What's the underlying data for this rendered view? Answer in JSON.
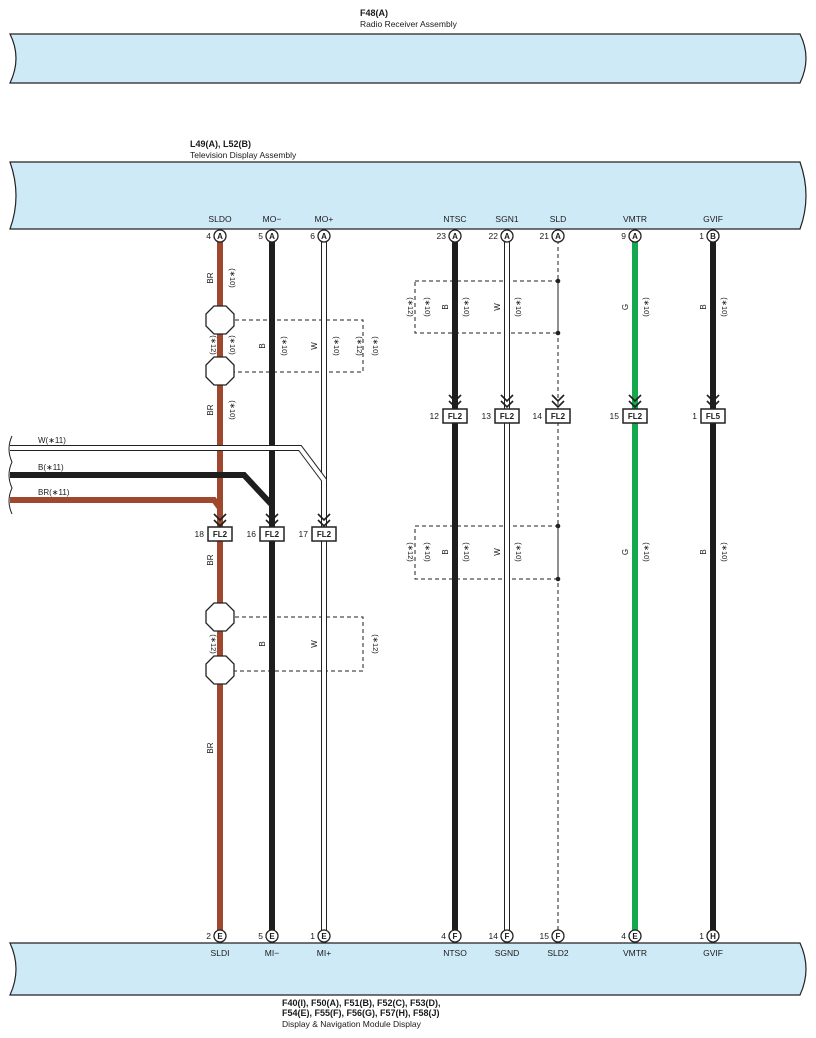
{
  "colors": {
    "panel_fill": "#cfeaf7",
    "BR": "#a0482e",
    "B": "#1e1e1e",
    "W": "#ffffff",
    "G": "#14a84f",
    "line": "#222222"
  },
  "assemblies": {
    "radio": {
      "code": "F48(A)",
      "name": "Radio Receiver Assembly"
    },
    "tv": {
      "code": "L49(A), L52(B)",
      "name": "Television Display Assembly"
    },
    "nav": {
      "code1": "F40(I), F50(A), F51(B), F52(C), F53(D),",
      "code2": "F54(E), F55(F), F56(G), F57(H), F58(J)",
      "name": "Display & Navigation Module Display"
    }
  },
  "top_pins": [
    {
      "signal": "SLDO",
      "pin": "4",
      "conn": "A"
    },
    {
      "signal": "MO−",
      "pin": "5",
      "conn": "A"
    },
    {
      "signal": "MO+",
      "pin": "6",
      "conn": "A"
    },
    {
      "signal": "NTSC",
      "pin": "23",
      "conn": "A"
    },
    {
      "signal": "SGN1",
      "pin": "22",
      "conn": "A"
    },
    {
      "signal": "SLD",
      "pin": "21",
      "conn": "A"
    },
    {
      "signal": "VMTR",
      "pin": "9",
      "conn": "A"
    },
    {
      "signal": "GVIF",
      "pin": "1",
      "conn": "B"
    }
  ],
  "bottom_pins": [
    {
      "signal": "SLDI",
      "pin": "2",
      "conn": "E"
    },
    {
      "signal": "MI−",
      "pin": "5",
      "conn": "E"
    },
    {
      "signal": "MI+",
      "pin": "1",
      "conn": "E"
    },
    {
      "signal": "NTSO",
      "pin": "4",
      "conn": "F"
    },
    {
      "signal": "SGND",
      "pin": "14",
      "conn": "F"
    },
    {
      "signal": "SLD2",
      "pin": "15",
      "conn": "F"
    },
    {
      "signal": "VMTR",
      "pin": "4",
      "conn": "E"
    },
    {
      "signal": "GVIF",
      "pin": "1",
      "conn": "H"
    }
  ],
  "junctions_upper": [
    {
      "pin": "12",
      "id": "FL2"
    },
    {
      "pin": "13",
      "id": "FL2"
    },
    {
      "pin": "14",
      "id": "FL2"
    },
    {
      "pin": "15",
      "id": "FL2"
    },
    {
      "pin": "1",
      "id": "FL5"
    }
  ],
  "junctions_lower": [
    {
      "pin": "18",
      "id": "FL2"
    },
    {
      "pin": "16",
      "id": "FL2"
    },
    {
      "pin": "17",
      "id": "FL2"
    }
  ],
  "side_wires": [
    {
      "label": "W(∗11)"
    },
    {
      "label": "B(∗11)"
    },
    {
      "label": "BR(∗11)"
    }
  ],
  "wire_colors": {
    "BR": "BR",
    "B": "B",
    "W": "W",
    "G": "G"
  },
  "notes": {
    "n10": "(∗10)",
    "n12": "(∗12)"
  }
}
